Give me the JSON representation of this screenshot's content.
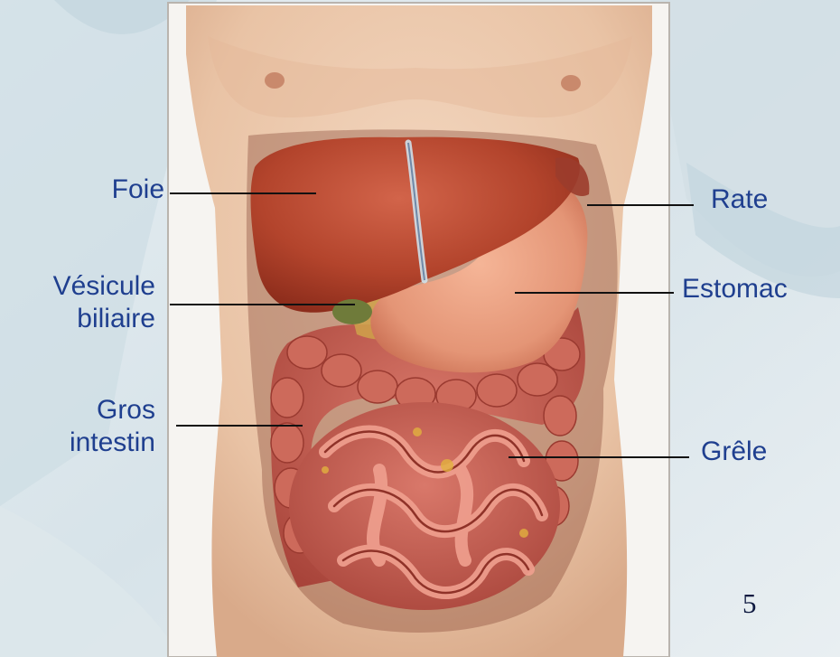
{
  "colors": {
    "label_text": "#1f3f8f",
    "leader_line": "#111111",
    "page_number": "#0f1a40",
    "slide_background": "#dfe8ec",
    "photo_frame": "#f6f4f1",
    "skin": "#ecc9ad",
    "liver": "#b3442c",
    "stomach": "#e49576",
    "intestine": "#bf5a4b"
  },
  "labels": {
    "foie": "Foie",
    "vesicule": [
      "Vésicule",
      "biliaire"
    ],
    "gros_intestin": [
      "Gros",
      "intestin"
    ],
    "rate": "Rate",
    "estomac": "Estomac",
    "grele": "Grêle"
  },
  "page_number": "5"
}
